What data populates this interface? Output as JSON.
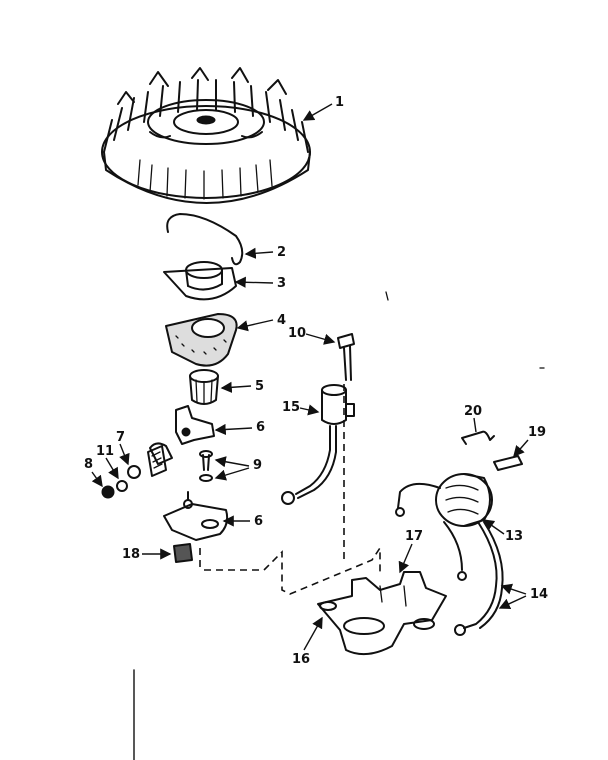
{
  "diagram": {
    "type": "exploded-parts-view",
    "callouts": [
      "1",
      "2",
      "3",
      "4",
      "5",
      "6",
      "6",
      "7",
      "8",
      "9",
      "10",
      "11",
      "13",
      "14",
      "15",
      "16",
      "17",
      "18",
      "19",
      "20"
    ]
  }
}
